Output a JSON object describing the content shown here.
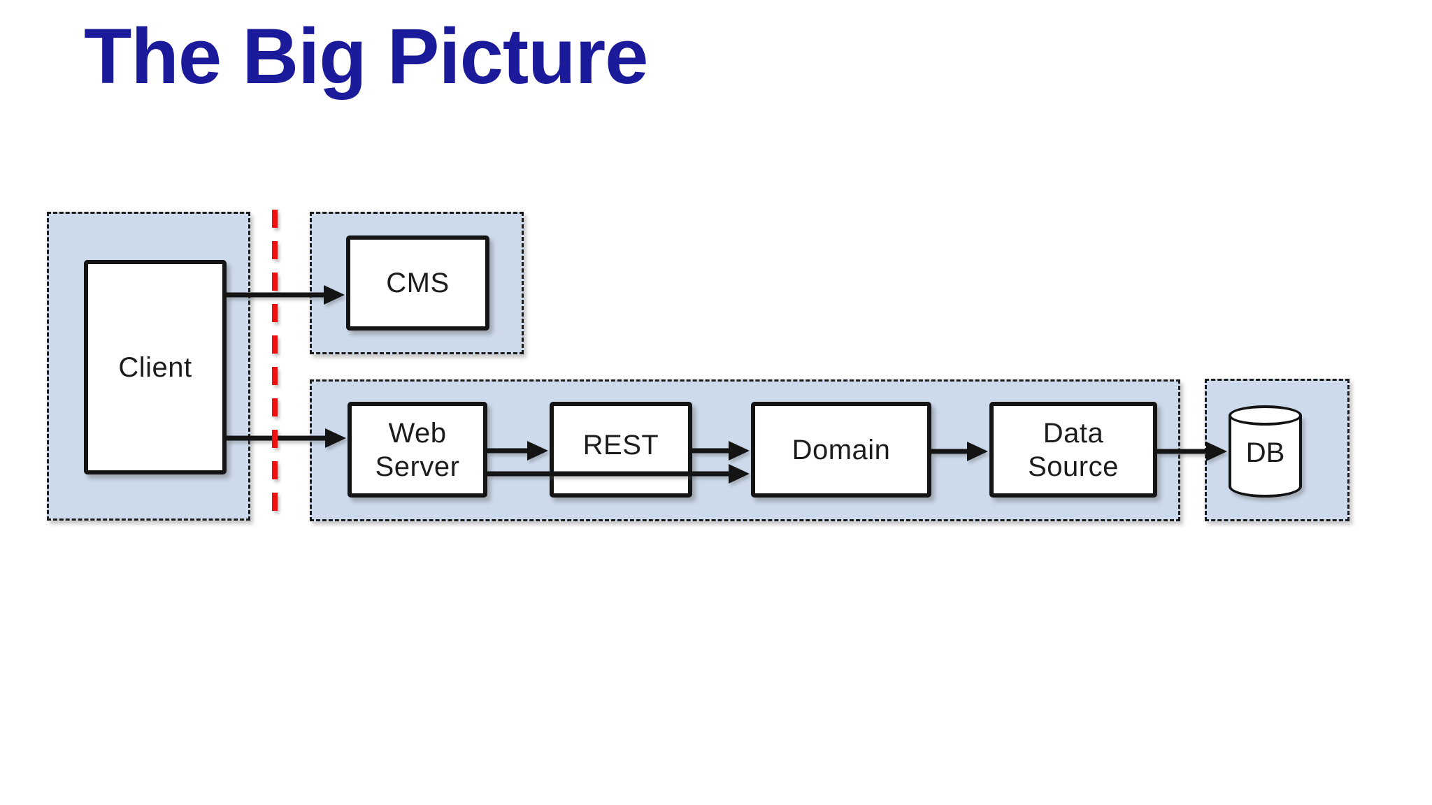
{
  "title": "The Big Picture",
  "nodes": {
    "client": {
      "label": "Client"
    },
    "cms": {
      "label": "CMS"
    },
    "web_server": {
      "label": "Web Server"
    },
    "rest": {
      "label": "REST"
    },
    "domain": {
      "label": "Domain"
    },
    "data_source": {
      "label": "Data Source"
    },
    "db": {
      "label": "DB"
    }
  },
  "edges": [
    {
      "from": "Client",
      "to": "CMS"
    },
    {
      "from": "Client",
      "to": "Web Server"
    },
    {
      "from": "Web Server",
      "to": "REST"
    },
    {
      "from": "REST",
      "to": "Domain"
    },
    {
      "from": "Web Server",
      "to": "Domain"
    },
    {
      "from": "Domain",
      "to": "Data Source"
    },
    {
      "from": "Data Source",
      "to": "DB"
    }
  ],
  "colors": {
    "background": "#FFFFFF",
    "title_text": "#1A1A9A",
    "group_fill": "#CCDAEC",
    "group_border": "#1B1B1B",
    "box_fill": "#FFFFFF",
    "box_border": "#141414",
    "arrow": "#141414",
    "label_text": "#1C1C1C",
    "divider_red": "#EE1111"
  }
}
